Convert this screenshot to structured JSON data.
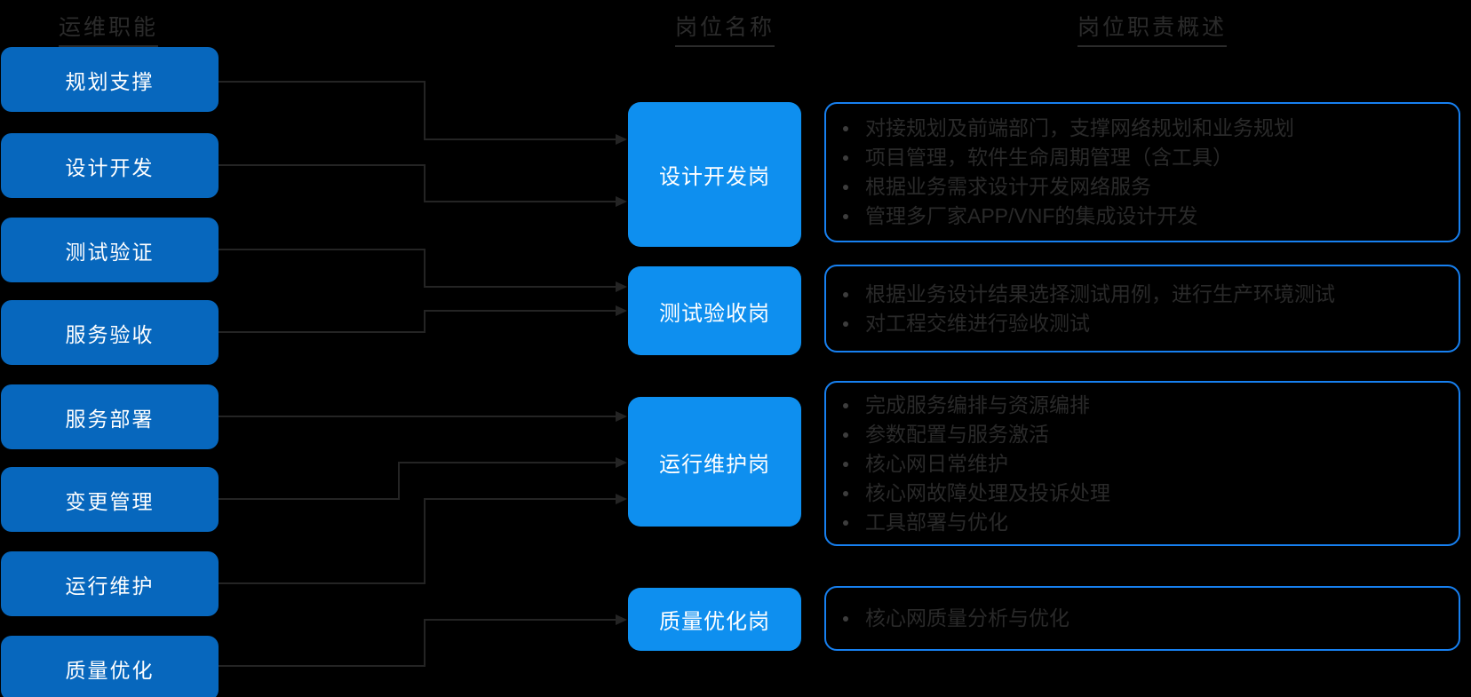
{
  "diagram": {
    "headers": {
      "functions": "运维职能",
      "positions": "岗位名称",
      "responsibilities": "岗位职责概述"
    },
    "functions": [
      "规划支撑",
      "设计开发",
      "测试验证",
      "服务验收",
      "服务部署",
      "变更管理",
      "运行维护",
      "质量优化"
    ],
    "positions": [
      {
        "label": "设计开发岗",
        "bullets": [
          "对接规划及前端部门，支撑网络规划和业务规划",
          "项目管理，软件生命周期管理（含工具）",
          "根据业务需求设计开发网络服务",
          "管理多厂家APP/VNF的集成设计开发"
        ]
      },
      {
        "label": "测试验收岗",
        "bullets": [
          "根据业务设计结果选择测试用例，进行生产环境测试",
          "对工程交维进行验收测试"
        ]
      },
      {
        "label": "运行维护岗",
        "bullets": [
          "完成服务编排与资源编排",
          "参数配置与服务激活",
          "核心网日常维护",
          "核心网故障处理及投诉处理",
          "工具部署与优化"
        ]
      },
      {
        "label": "质量优化岗",
        "bullets": [
          "核心网质量分析与优化"
        ]
      }
    ],
    "links": [
      {
        "from": "规划支撑",
        "to": "设计开发岗"
      },
      {
        "from": "设计开发",
        "to": "设计开发岗"
      },
      {
        "from": "测试验证",
        "to": "测试验收岗"
      },
      {
        "from": "服务验收",
        "to": "测试验收岗"
      },
      {
        "from": "服务部署",
        "to": "运行维护岗"
      },
      {
        "from": "变更管理",
        "to": "运行维护岗"
      },
      {
        "from": "运行维护",
        "to": "运行维护岗"
      },
      {
        "from": "质量优化",
        "to": "质量优化岗"
      }
    ],
    "colors": {
      "background": "#000000",
      "function_box": "#0767BD",
      "position_box": "#0E8FEF",
      "responsibility_border": "#1780F0",
      "connector": "#242424",
      "bullet_text": "#2A2A2A",
      "header_text": "#2B2B2B",
      "box_text": "#FFFFFF"
    }
  }
}
